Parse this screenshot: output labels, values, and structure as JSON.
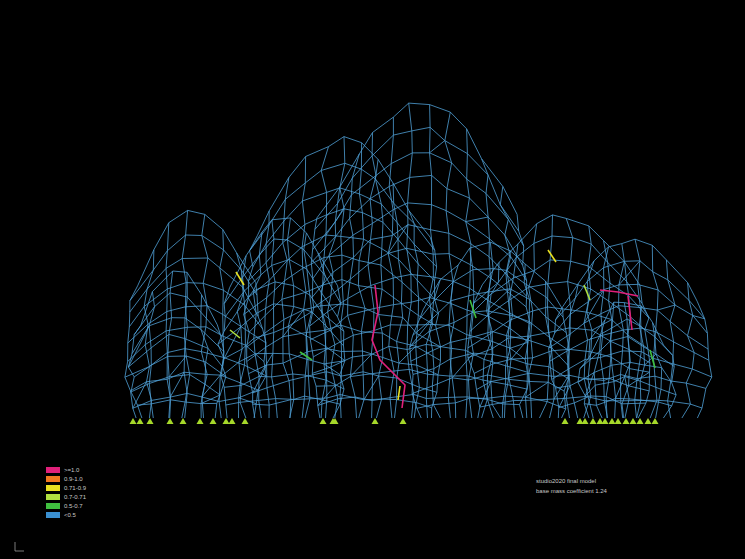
{
  "diagram": {
    "labels": [
      "studio2020 final model",
      "base mass coefficient 1.24"
    ],
    "legend": [
      {
        "text": ">=1.0",
        "color": "#e0207a"
      },
      {
        "text": "0.9-1.0",
        "color": "#f07820"
      },
      {
        "text": "0.71-0.9",
        "color": "#e8e020"
      },
      {
        "text": "0.7-0.71",
        "color": "#b0e040"
      },
      {
        "text": "0.5-0.7",
        "color": "#40c040"
      },
      {
        "text": "<0.5",
        "color": "#3a8fd0"
      }
    ]
  }
}
